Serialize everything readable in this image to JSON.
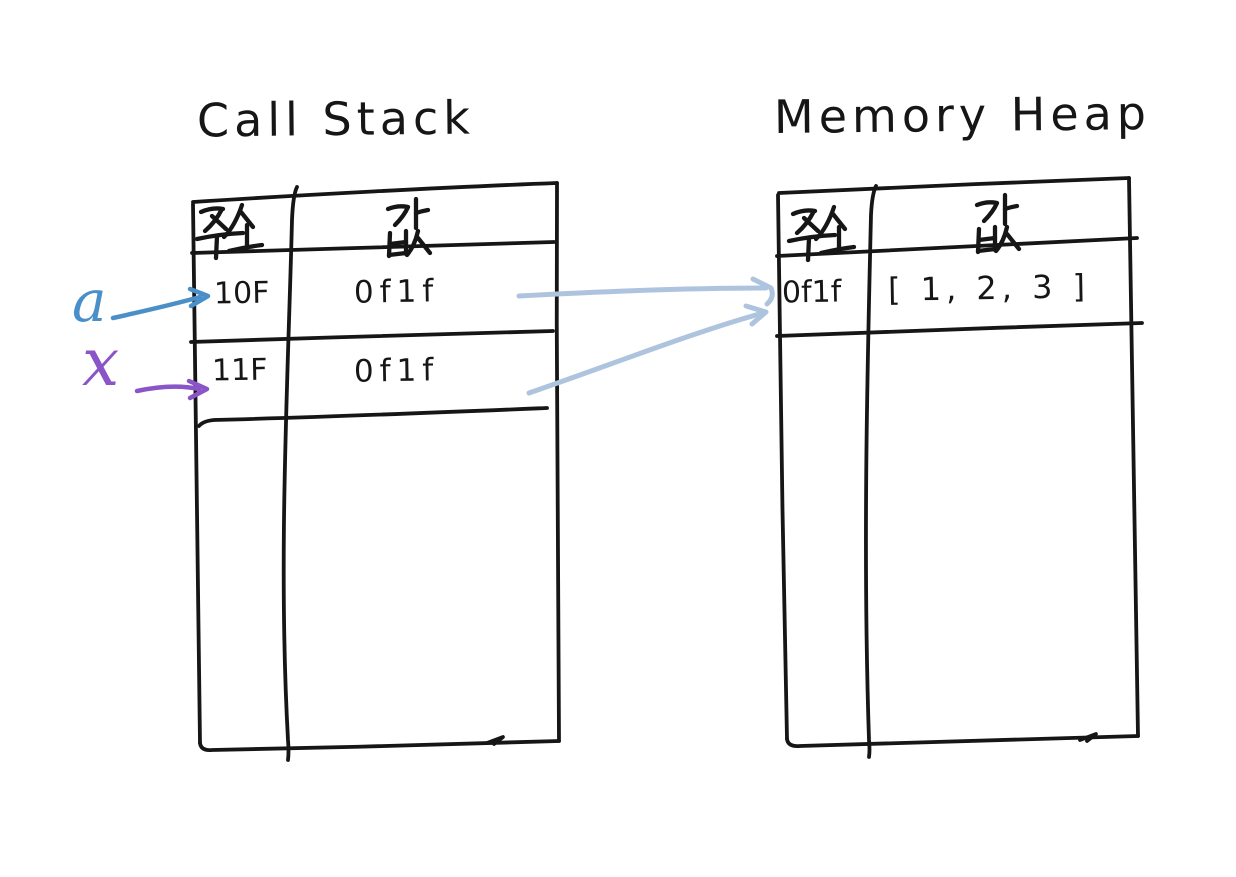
{
  "canvas": {
    "background": "#ffffff",
    "ink_color": "#161616"
  },
  "call_stack": {
    "title": "Call Stack",
    "columns": {
      "address": "주소",
      "value": "값"
    },
    "rows": [
      {
        "address": "10F",
        "value": "0f1f"
      },
      {
        "address": "11F",
        "value": "0f1f"
      }
    ]
  },
  "memory_heap": {
    "title": "Memory Heap",
    "columns": {
      "address": "주소",
      "value": "값"
    },
    "rows": [
      {
        "address": "0f1f",
        "value": "[ 1, 2, 3 ]"
      }
    ]
  },
  "pointers": [
    {
      "label": "a",
      "points_to": "10F",
      "color": "#4a8fc7"
    },
    {
      "label": "x",
      "points_to": "11F",
      "color": "#8a55c6"
    }
  ],
  "reference_arrows": {
    "color": "#aec4de",
    "links": [
      {
        "from_row": "10F",
        "to_address": "0f1f"
      },
      {
        "from_row": "11F",
        "to_address": "0f1f"
      }
    ]
  }
}
